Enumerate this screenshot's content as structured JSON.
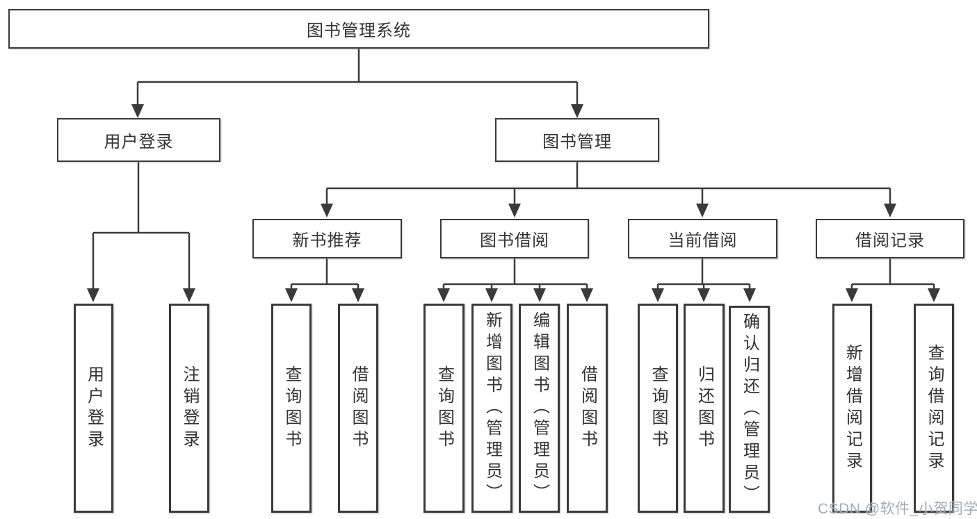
{
  "tree": {
    "root_label": "图书管理系统",
    "level2": {
      "user_login": "用户登录",
      "book_mgmt": "图书管理"
    },
    "level3": {
      "new_books": "新书推荐",
      "book_borrow": "图书借阅",
      "current_borrow": "当前借阅",
      "borrow_records": "借阅记录"
    },
    "leaves": {
      "login": [
        "用户登录",
        "注销登录"
      ],
      "new_books": [
        "查询图书",
        "借阅图书"
      ],
      "book_borrow": [
        "查询图书",
        "新增图书（管理员）",
        "编辑图书（管理员）",
        "借阅图书"
      ],
      "current_borrow": [
        "查询图书",
        "归还图书",
        "确认归还（管理员）"
      ],
      "borrow_records": [
        "新增借阅记录",
        "查询借阅记录"
      ]
    }
  },
  "watermark": "CSDN @软件_小贺同学",
  "colors": {
    "line": "#3a3a3a",
    "text": "#333333",
    "watermark": "#9ba1ab",
    "background": "#ffffff"
  }
}
